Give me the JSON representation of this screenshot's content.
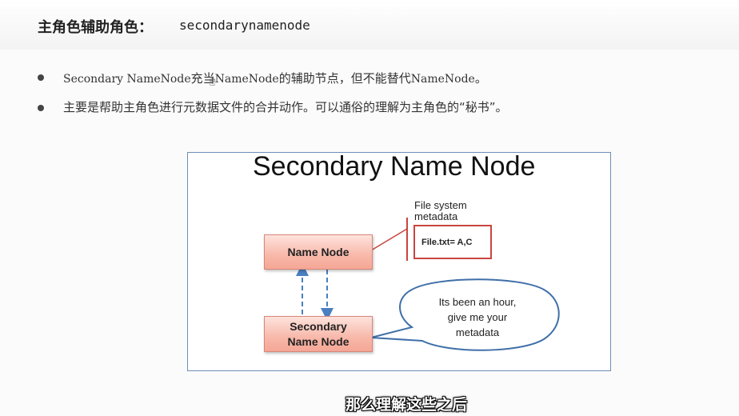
{
  "header": {
    "title_cn": "主角色辅助角色：",
    "title_code": "secondarynamenode"
  },
  "bullets": [
    {
      "part1": "Secondary NameNode",
      "part2": "充当",
      "part3": "NameNode",
      "part4": "的辅助节点，但不能替代",
      "part5": "NameNode",
      "part6": "。"
    },
    {
      "text": "主要是帮助主角色进行元数据文件的合并动作。可以通俗的理解为主角色的“秘书”。"
    }
  ],
  "diagram": {
    "title": "Secondary Name Node",
    "name_node": "Name Node",
    "secondary_node_line1": "Secondary",
    "secondary_node_line2": "Name Node",
    "metadata_label_line1": "File system",
    "metadata_label_line2": "metadata",
    "metadata_content": "File.txt= A,C",
    "bubble_line1": "Its been an hour,",
    "bubble_line2": "give me your",
    "bubble_line3": "metadata"
  },
  "subtitle": "那么理解这些之后",
  "colors": {
    "node_fill": "#f8b8aa",
    "node_border": "#d9867a",
    "metadata_border": "#c8453e",
    "arrow": "#4a7fc1",
    "bubble_border": "#3f6fa8",
    "frame_border": "#6d8fb6"
  }
}
